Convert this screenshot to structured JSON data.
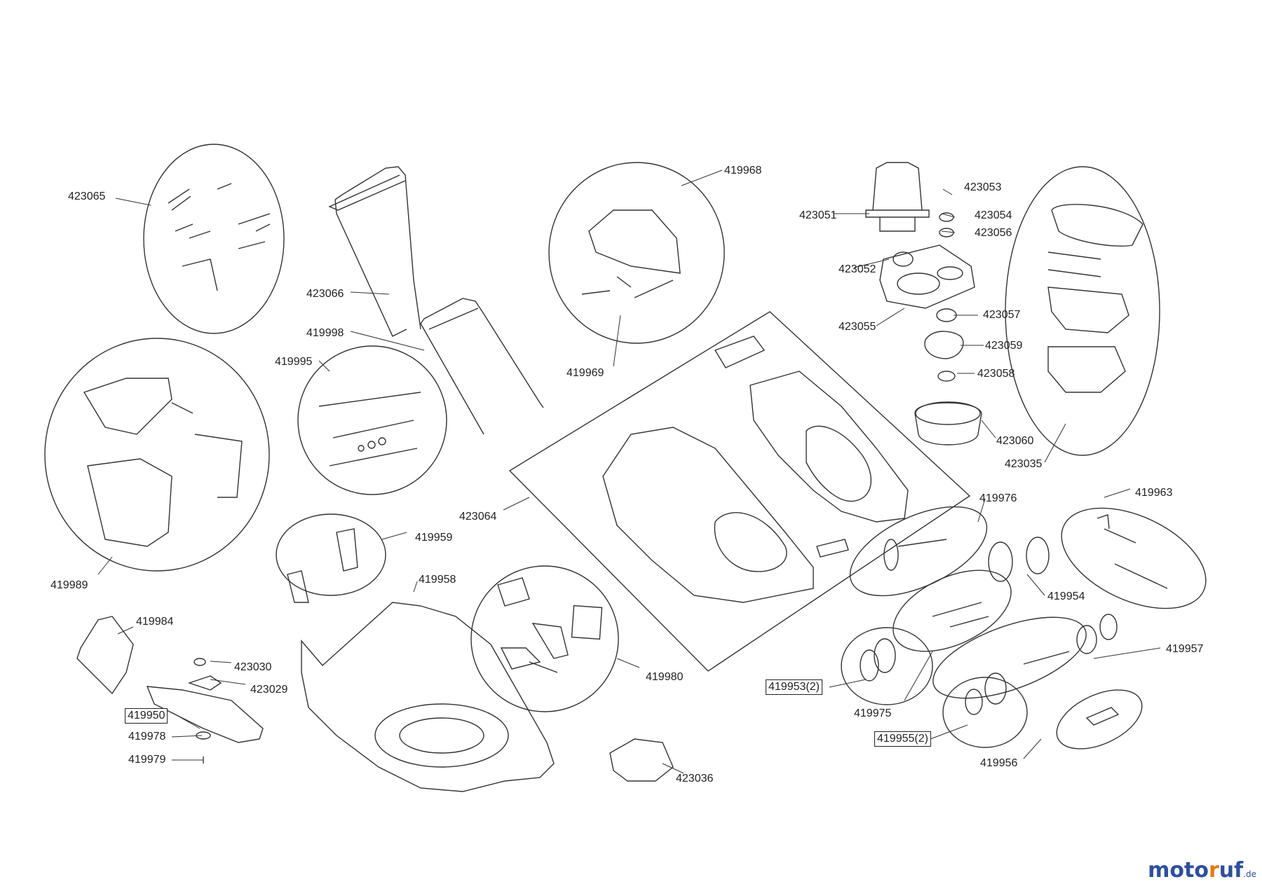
{
  "diagram": {
    "labels": [
      "423065",
      "423066",
      "419998",
      "419995",
      "419989",
      "419968",
      "419969",
      "423051",
      "423053",
      "423054",
      "423056",
      "423052",
      "423055",
      "423057",
      "423059",
      "423058",
      "423060",
      "423035",
      "423064",
      "419959",
      "419958",
      "419984",
      "423030",
      "423029",
      "419950",
      "419978",
      "419979",
      "419980",
      "423036",
      "419976",
      "419963",
      "419954",
      "419957",
      "419953(2)",
      "419975",
      "419955(2)",
      "419956"
    ]
  },
  "watermark": {
    "part_a": "moto",
    "part_b": "r",
    "part_c": "uf",
    "part_d": ".de"
  },
  "colors": {
    "line": "#333333",
    "label": "#222222"
  }
}
